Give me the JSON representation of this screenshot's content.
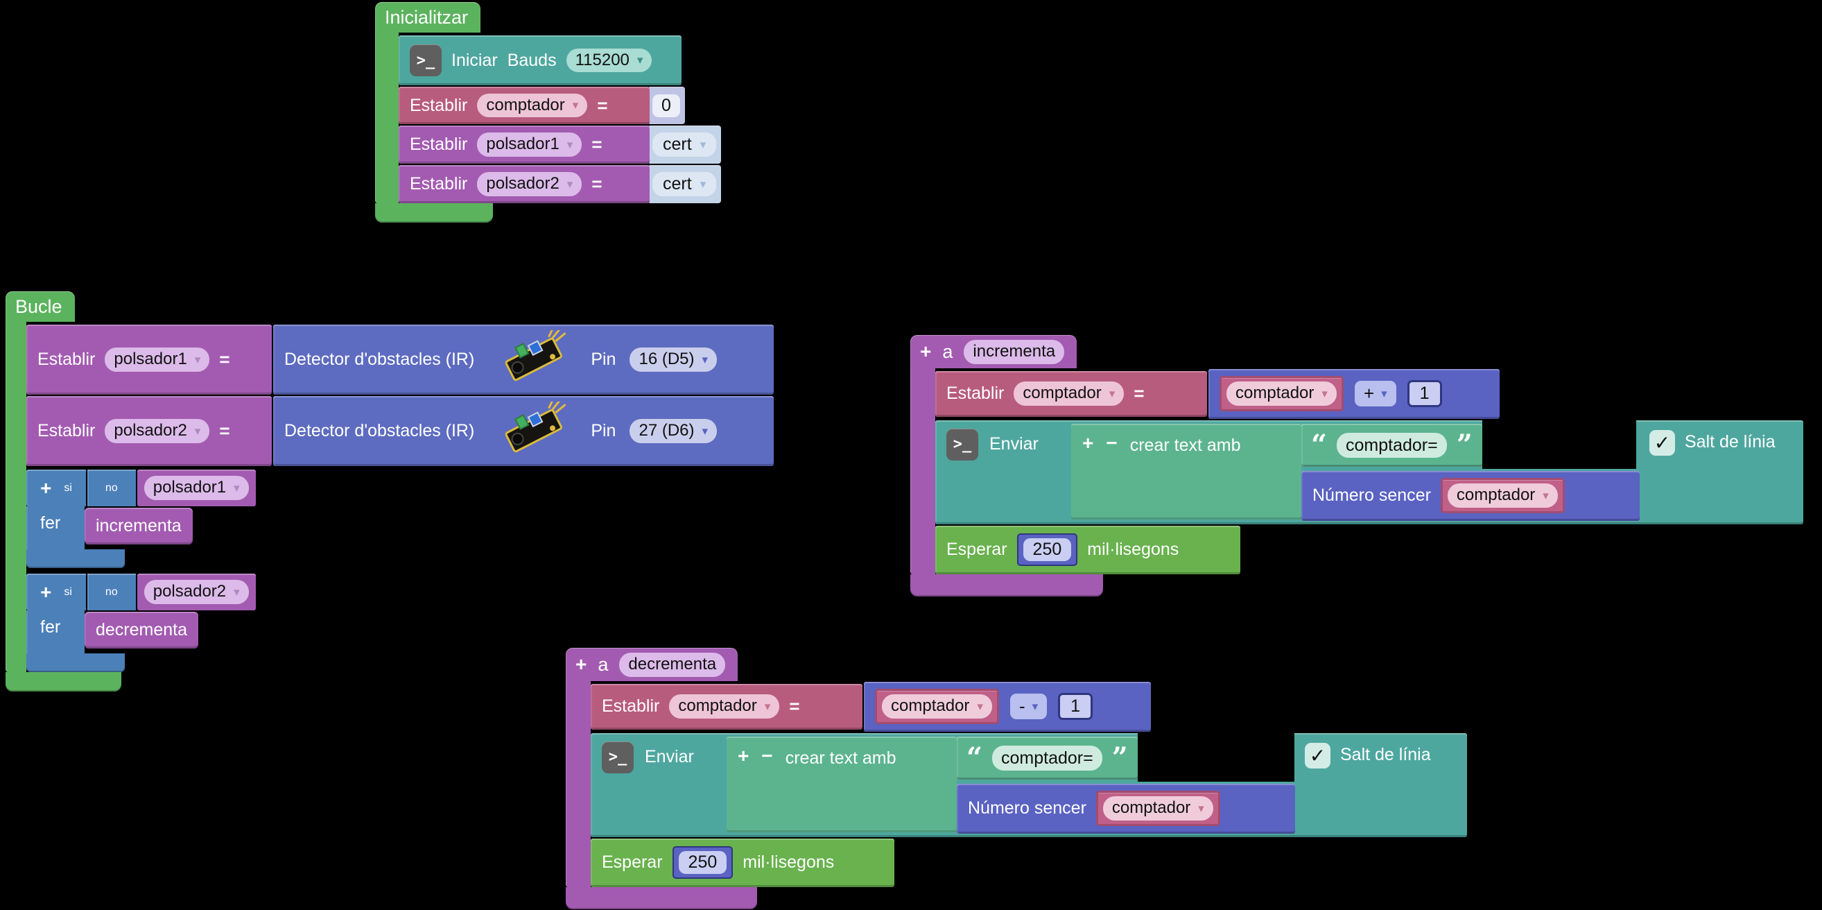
{
  "colors": {
    "green": "#5CB35E",
    "teal": "#4EA79F",
    "tealfield": "#A9DCD2",
    "ltgreen": "#5CB48F",
    "mint": "#CFEBE0",
    "pink": "#B85C7E",
    "pinkfield": "#EEC5D6",
    "varpink": "#C06088",
    "varpinkborder": "#A34C6F",
    "varpinkfield": "#F0CCDB",
    "purple": "#A35BB1",
    "purplefield": "#DCBAE9",
    "blue": "#4C80B8",
    "slate": "#5D6CC0",
    "slatefield": "#C9CEEC",
    "indigo": "#5A62C2",
    "opfield": "#B9BFEE",
    "numfield": "#C9CEF2",
    "numborder": "#2F3680",
    "wgreen": "#69B24E",
    "certwrap": "#C3D4E8",
    "certfield": "#DDE7F3",
    "num0wrap": "#BFC3E4",
    "num0field": "#ECEEF8",
    "icongray": "#5F5F5F",
    "checkbg": "#D4ECE6",
    "canvas": "#000000"
  },
  "ui": {
    "terminal": ">_",
    "arrow": "▾",
    "check": "✓",
    "qopen": "“",
    "qclose": "”",
    "plus": "+",
    "minus": "−"
  },
  "init": {
    "hat": "Inicialitzar",
    "serial": {
      "action": "Iniciar",
      "bauds_label": "Bauds",
      "baud": "115200"
    },
    "set_counter": {
      "verb": "Establir",
      "var": "comptador",
      "eq": "=",
      "value": "0"
    },
    "set_p1": {
      "verb": "Establir",
      "var": "polsador1",
      "eq": "=",
      "value": "cert"
    },
    "set_p2": {
      "verb": "Establir",
      "var": "polsador2",
      "eq": "=",
      "value": "cert"
    }
  },
  "loop": {
    "hat": "Bucle",
    "sensor1": {
      "verb": "Establir",
      "var": "polsador1",
      "eq": "=",
      "sensor": "Detector d'obstacles (IR)",
      "pin_label": "Pin",
      "pin": "16 (D5)"
    },
    "sensor2": {
      "verb": "Establir",
      "var": "polsador2",
      "eq": "=",
      "sensor": "Detector d'obstacles (IR)",
      "pin_label": "Pin",
      "pin": "27 (D6)"
    },
    "if1": {
      "plus": "+",
      "si": "si",
      "no": "no",
      "var": "polsador1",
      "fer": "fer",
      "call": "incrementa"
    },
    "if2": {
      "plus": "+",
      "si": "si",
      "no": "no",
      "var": "polsador2",
      "fer": "fer",
      "call": "decrementa"
    }
  },
  "inc": {
    "plus": "+",
    "a": "a",
    "name": "incrementa",
    "set": {
      "verb": "Establir",
      "var": "comptador",
      "eq": "=",
      "operand_var": "comptador",
      "op": "+",
      "value": "1"
    },
    "send": {
      "verb": "Enviar",
      "create": "crear text amb",
      "text": "comptador=",
      "int_label": "Número sencer",
      "int_var": "comptador",
      "newline": "Salt de línia"
    },
    "wait": {
      "verb": "Esperar",
      "ms": "250",
      "unit": "mil·lisegons"
    }
  },
  "dec": {
    "plus": "+",
    "a": "a",
    "name": "decrementa",
    "set": {
      "verb": "Establir",
      "var": "comptador",
      "eq": "=",
      "operand_var": "comptador",
      "op": "-",
      "value": "1"
    },
    "send": {
      "verb": "Enviar",
      "create": "crear text amb",
      "text": "comptador=",
      "int_label": "Número sencer",
      "int_var": "comptador",
      "newline": "Salt de línia"
    },
    "wait": {
      "verb": "Esperar",
      "ms": "250",
      "unit": "mil·lisegons"
    }
  }
}
